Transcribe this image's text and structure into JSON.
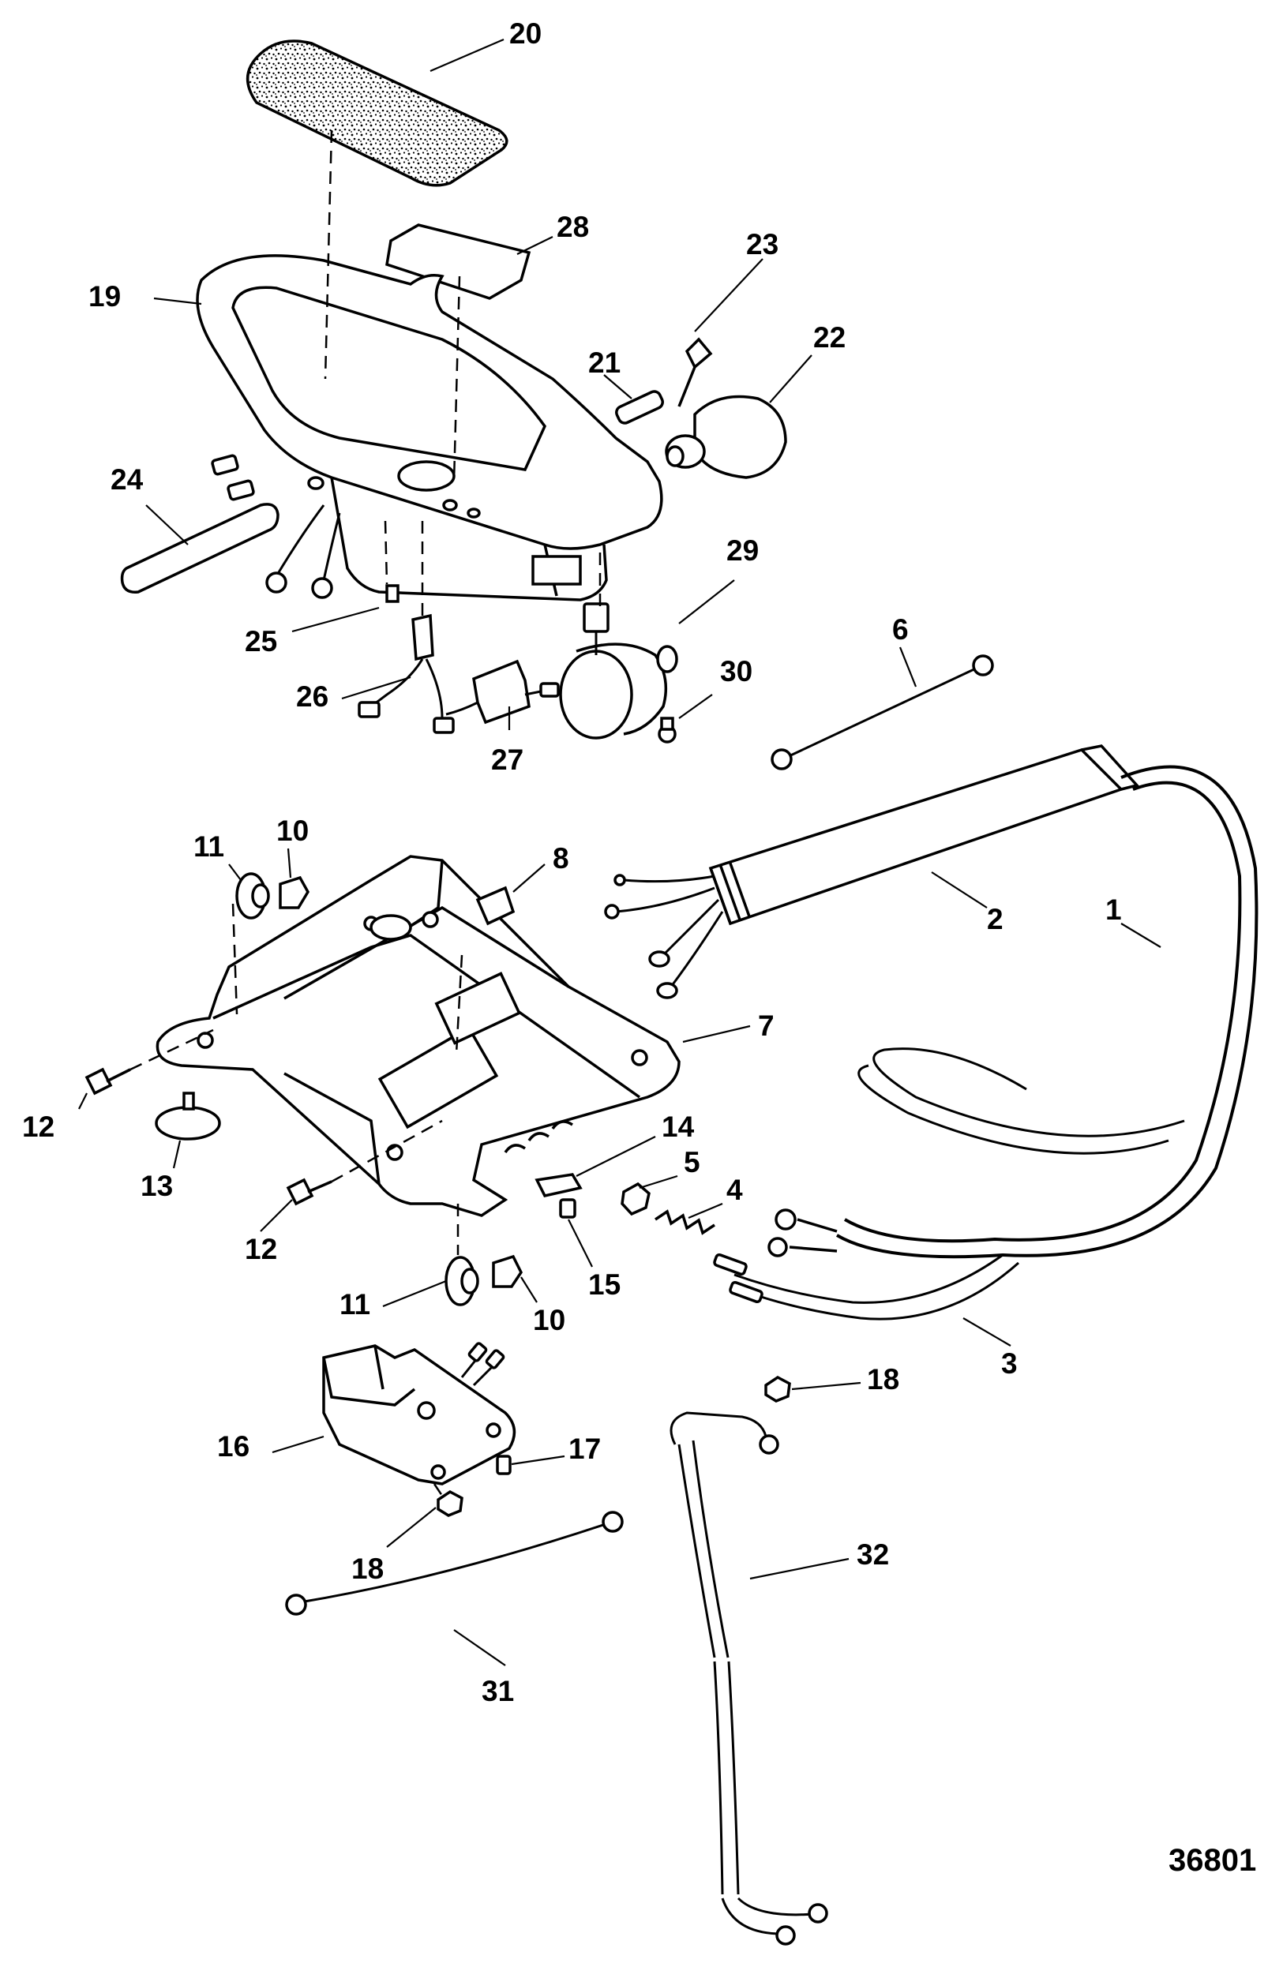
{
  "diagram": {
    "callouts": [
      {
        "id": "20",
        "text": "20"
      },
      {
        "id": "28",
        "text": "28"
      },
      {
        "id": "23",
        "text": "23"
      },
      {
        "id": "19",
        "text": "19"
      },
      {
        "id": "21",
        "text": "21"
      },
      {
        "id": "22",
        "text": "22"
      },
      {
        "id": "24",
        "text": "24"
      },
      {
        "id": "29",
        "text": "29"
      },
      {
        "id": "25",
        "text": "25"
      },
      {
        "id": "6",
        "text": "6"
      },
      {
        "id": "30",
        "text": "30"
      },
      {
        "id": "26",
        "text": "26"
      },
      {
        "id": "27",
        "text": "27"
      },
      {
        "id": "10a",
        "text": "10"
      },
      {
        "id": "11a",
        "text": "11"
      },
      {
        "id": "8",
        "text": "8"
      },
      {
        "id": "2",
        "text": "2"
      },
      {
        "id": "1",
        "text": "1"
      },
      {
        "id": "7",
        "text": "7"
      },
      {
        "id": "12a",
        "text": "12"
      },
      {
        "id": "13",
        "text": "13"
      },
      {
        "id": "14",
        "text": "14"
      },
      {
        "id": "5",
        "text": "5"
      },
      {
        "id": "4",
        "text": "4"
      },
      {
        "id": "12b",
        "text": "12"
      },
      {
        "id": "15",
        "text": "15"
      },
      {
        "id": "11b",
        "text": "11"
      },
      {
        "id": "10b",
        "text": "10"
      },
      {
        "id": "3",
        "text": "3"
      },
      {
        "id": "18a",
        "text": "18"
      },
      {
        "id": "16",
        "text": "16"
      },
      {
        "id": "17",
        "text": "17"
      },
      {
        "id": "32",
        "text": "32"
      },
      {
        "id": "18b",
        "text": "18"
      },
      {
        "id": "31",
        "text": "31"
      }
    ],
    "figure_code": "36801"
  }
}
